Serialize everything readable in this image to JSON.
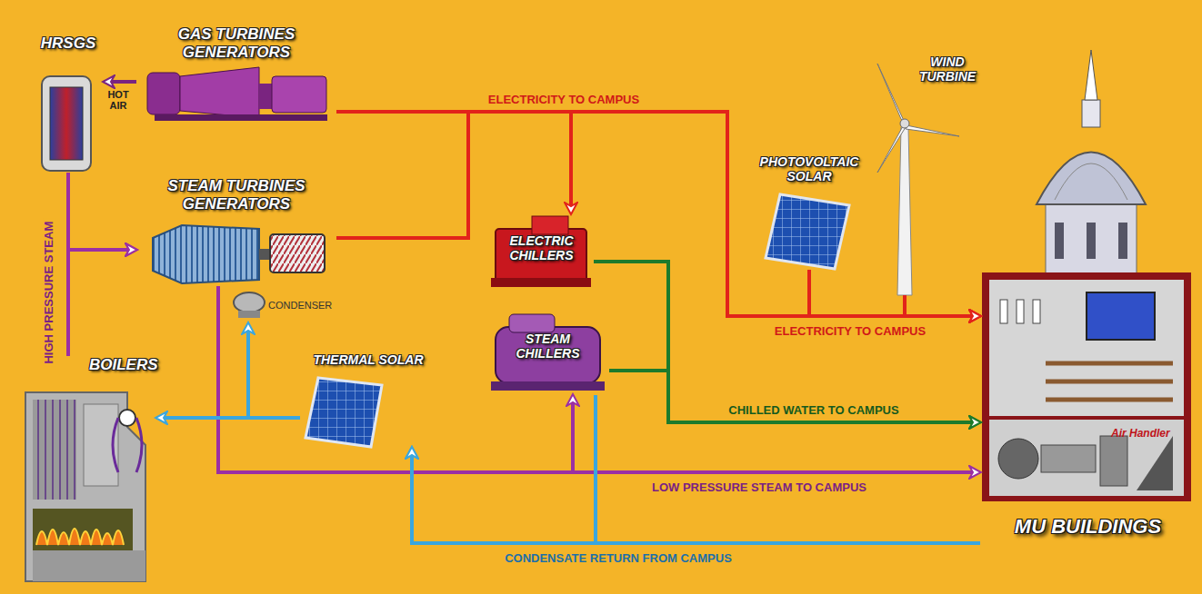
{
  "diagram": {
    "nodes": [
      {
        "text": [
          "HRSGS"
        ]
      },
      {
        "text": [
          "GAS TURBINES GENERATORS"
        ]
      },
      {
        "text": [
          "STEAM TURBINES GENERATORS"
        ]
      },
      {
        "text": [
          "CONDENSER"
        ]
      },
      {
        "text": [
          "BOILERS"
        ]
      },
      {
        "text": [
          "THERMAL SOLAR"
        ]
      },
      {
        "text": [
          "ELECTRIC CHILLERS"
        ]
      },
      {
        "text": [
          "STEAM CHILLERS"
        ]
      },
      {
        "text": [
          "PHOTOVOLTAIC SOLAR"
        ]
      },
      {
        "text": [
          "WIND TURBINE"
        ]
      },
      {
        "text": [
          "MU BUILDINGS"
        ]
      }
    ],
    "edges": [
      {
        "from": 1,
        "to": 0,
        "label": "HOT AIR",
        "arrow": "to"
      },
      {
        "from": 0,
        "to": 2,
        "arrow": "to"
      },
      {
        "from": 4,
        "to": 2,
        "label": "HIGH PRESSURE STEAM",
        "arrow": "to"
      },
      {
        "from": 1,
        "to": 10,
        "label": "ELECTRICITY TO CAMPUS",
        "arrow": "to"
      },
      {
        "from": 2,
        "to": 10,
        "label": "ELECTRICITY TO CAMPUS",
        "arrow": "to"
      },
      {
        "from": 1,
        "to": 6,
        "arrow": "to"
      },
      {
        "from": 6,
        "to": 10,
        "label": "CHILLED WATER TO CAMPUS",
        "arrow": "to"
      },
      {
        "from": 7,
        "to": 10,
        "arrow": "to"
      },
      {
        "from": 2,
        "to": 10,
        "label": "LOW PRESSURE STEAM TO CAMPUS",
        "arrow": "to"
      },
      {
        "from": 2,
        "to": 7,
        "arrow": "to"
      },
      {
        "from": 8,
        "to": 10,
        "arrow": "to"
      },
      {
        "from": 9,
        "to": 10,
        "arrow": "to"
      },
      {
        "from": 10,
        "to": 5,
        "label": "CONDENSATE RETURN FROM CAMPUS",
        "arrow": "to"
      },
      {
        "from": 7,
        "to": 5,
        "arrow": "to"
      },
      {
        "from": 5,
        "to": 4,
        "arrow": "to"
      },
      {
        "from": 5,
        "to": 3,
        "arrow": "to"
      }
    ],
    "labels": [
      "Air Handler"
    ]
  }
}
